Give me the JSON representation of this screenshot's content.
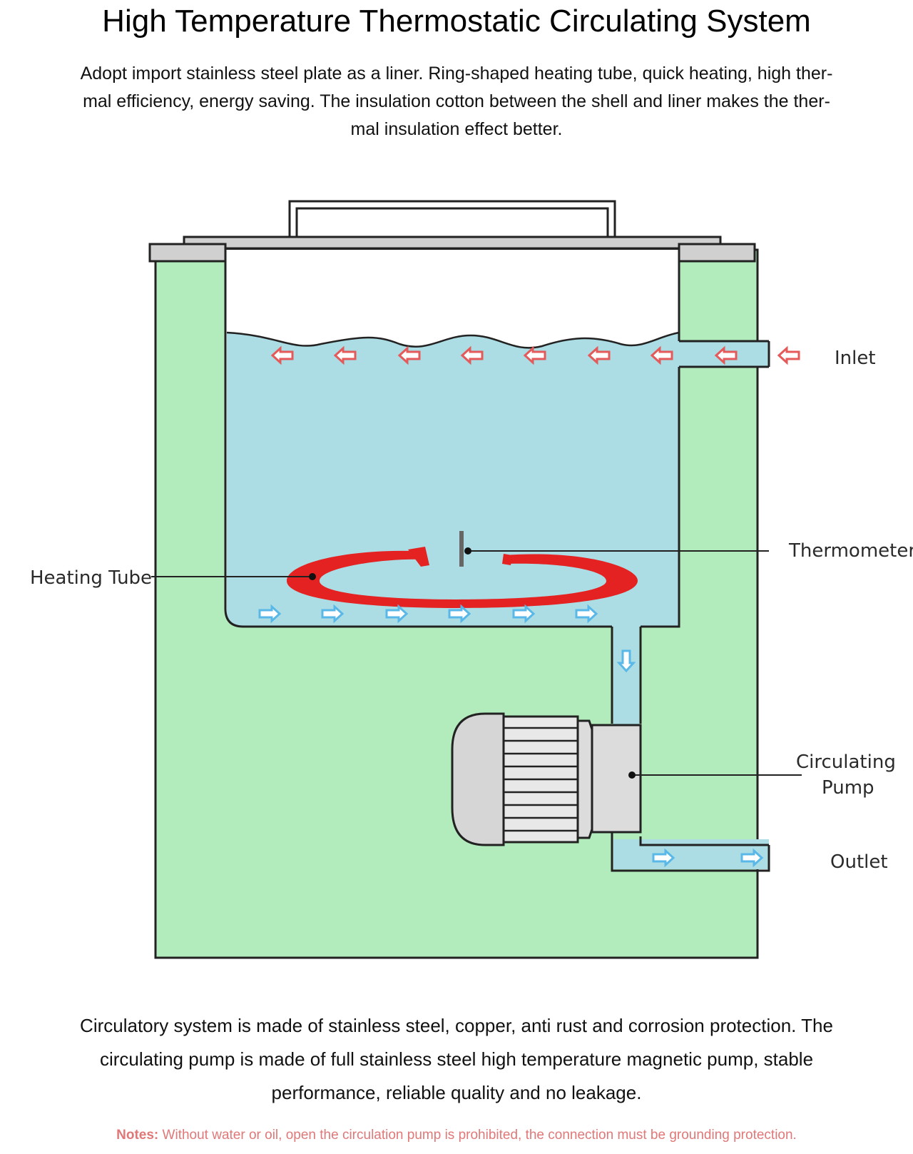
{
  "title": "High Temperature Thermostatic Circulating System",
  "intro": {
    "line1": "Adopt import stainless steel plate as a liner. Ring-shaped heating tube, quick heating, high ther-",
    "line2": "mal efficiency, energy saving. The insulation cotton between the shell and liner makes the ther-",
    "line3": "mal insulation effect better."
  },
  "diagram": {
    "labels": {
      "inlet": "Inlet",
      "thermometer": "Thermometer",
      "heating_tube": "Heating Tube",
      "pump_line1": "Circulating",
      "pump_line2": "Pump",
      "outlet": "Outlet"
    },
    "colors": {
      "shell": "#b3ecbc",
      "water": "#acdde4",
      "heating_tube": "#e42222",
      "lid": "#d0d0d0",
      "inlet_arrows": "#e45a5a",
      "flow_arrows": "#5ab8e8"
    }
  },
  "description": {
    "line1": "Circulatory system is made of stainless steel, copper, anti rust and corrosion protection. The",
    "line2": "circulating pump is made of full stainless steel high temperature magnetic pump, stable",
    "line3": "performance, reliable quality and no leakage."
  },
  "notes": {
    "label": "Notes:",
    "text": " Without water or oil, open the circulation pump is prohibited, the connection must be grounding protection."
  }
}
